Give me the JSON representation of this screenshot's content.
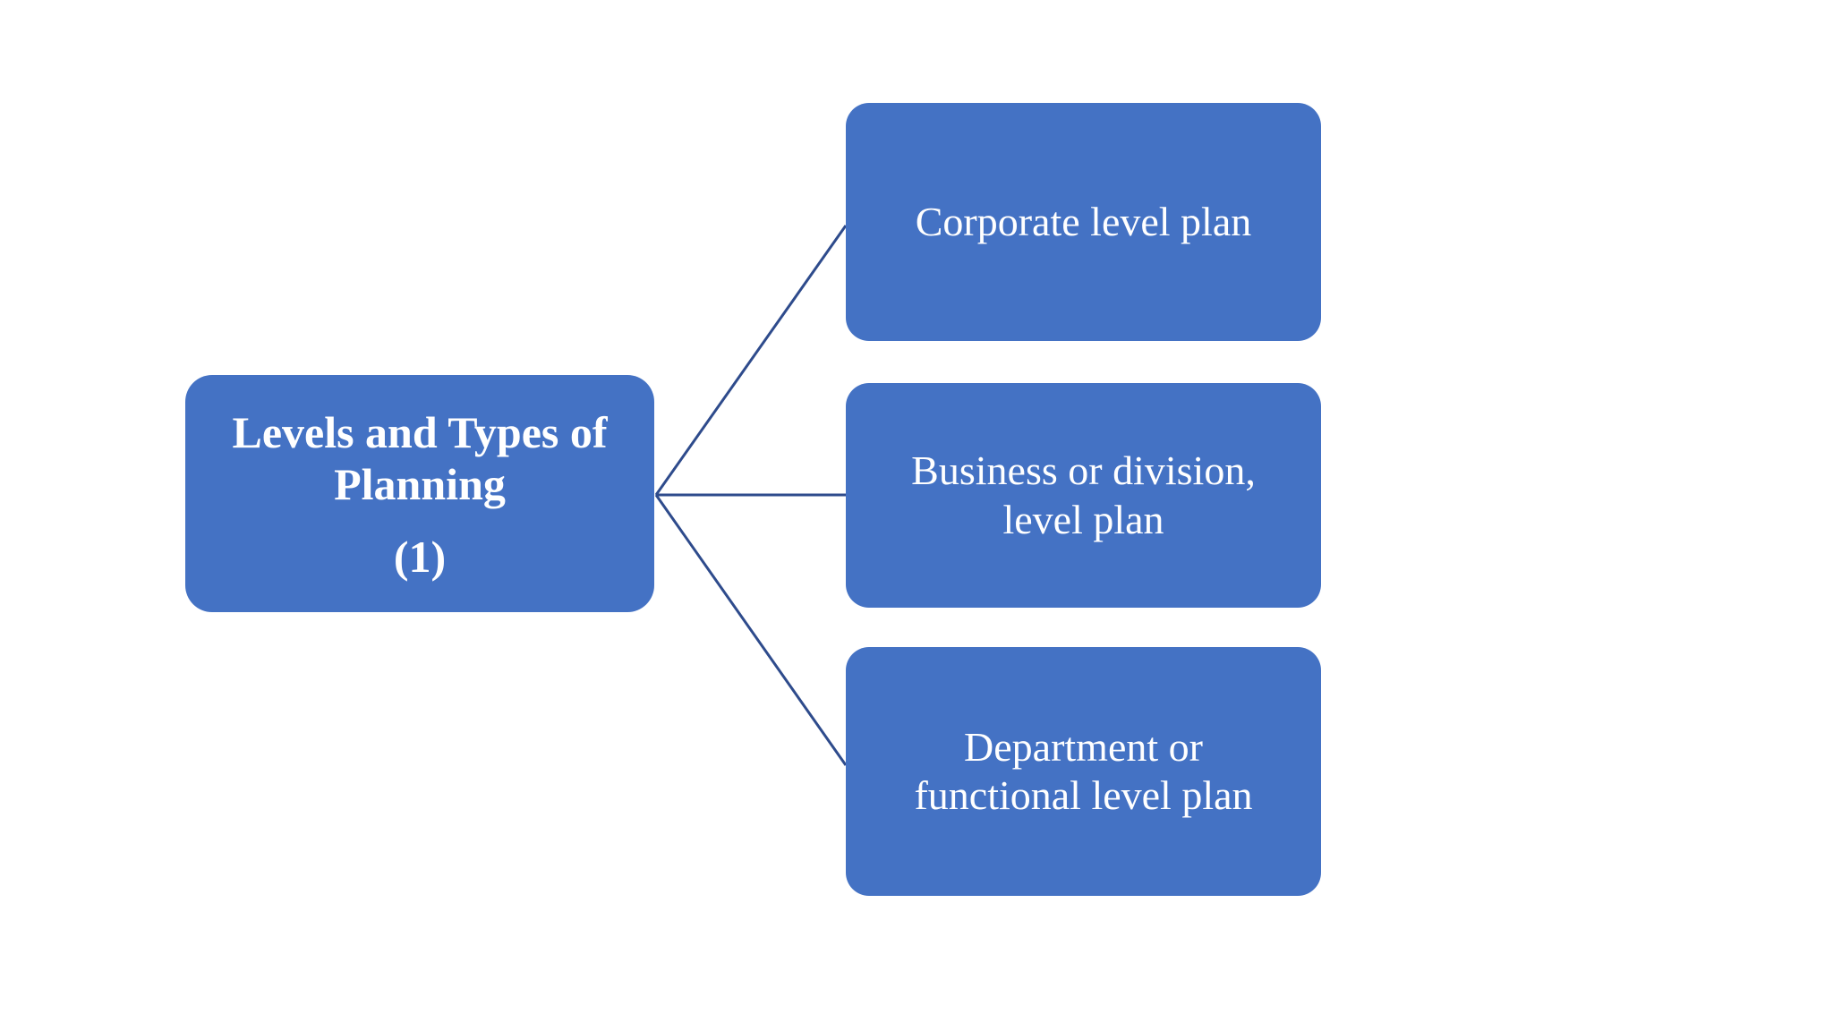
{
  "diagram": {
    "type": "horizontal-hierarchy",
    "background_color": "#FFFFFF",
    "node_fill_color": "#4472C4",
    "node_text_color": "#FFFFFF",
    "connector_color": "#2E4B8C",
    "root": {
      "title": "Levels and Types of Planning",
      "index": "(1)"
    },
    "branches": [
      {
        "label": "Corporate level plan"
      },
      {
        "label": "Business or division,\nlevel plan"
      },
      {
        "label": "Department or\nfunctional level plan"
      }
    ]
  }
}
